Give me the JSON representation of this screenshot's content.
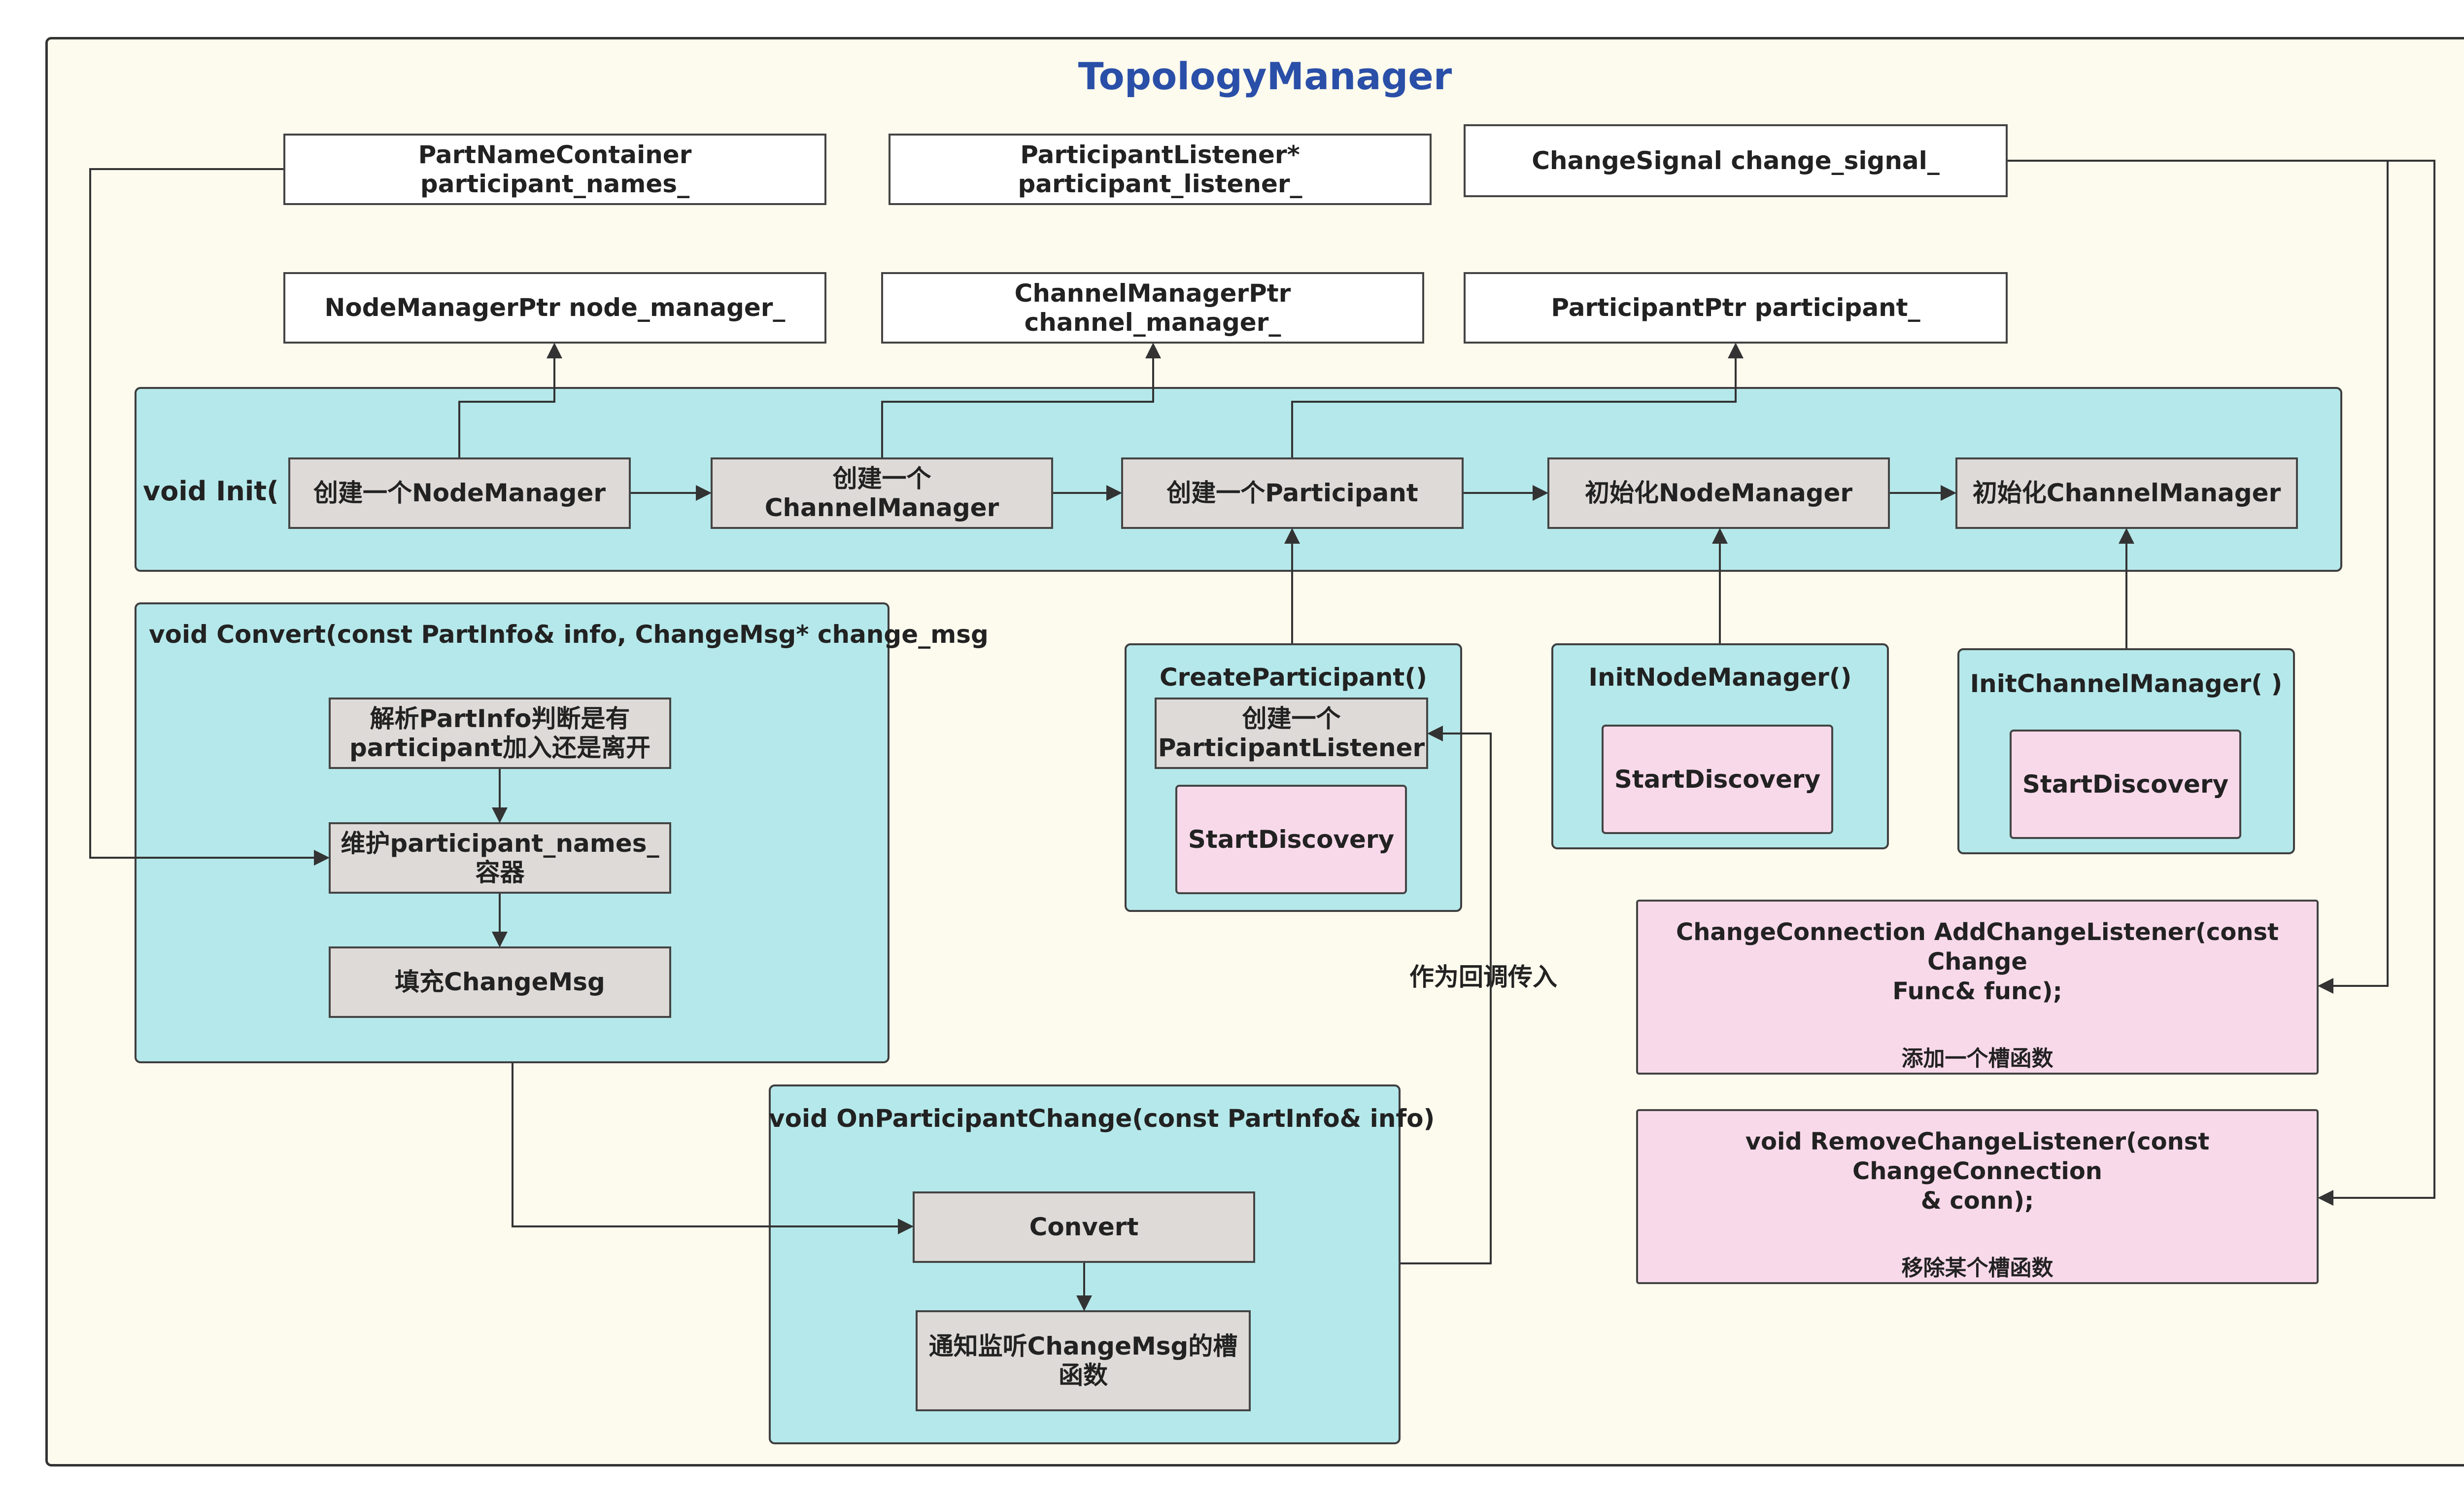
{
  "diagram": {
    "title": "TopologyManager",
    "members": {
      "part_names": "PartNameContainer participant_names_",
      "listener": "ParticipantListener* participant_listener_",
      "signal": "ChangeSignal change_signal_",
      "node_manager": "NodeManagerPtr node_manager_",
      "channel_manager": "ChannelManagerPtr channel_manager_",
      "participant": "ParticipantPtr participant_"
    },
    "init": {
      "label": "void Init( )",
      "steps": [
        "创建一个NodeManager",
        "创建一个\nChannelManager",
        "创建一个Participant",
        "初始化NodeManager",
        "初始化ChannelManager"
      ]
    },
    "convert": {
      "label": "void Convert(const PartInfo& info, ChangeMsg* change_msg",
      "steps": [
        "解析PartInfo判断是有\nparticipant加入还是离开",
        "维护participant_names_\n容器",
        "填充ChangeMsg"
      ]
    },
    "create_participant": {
      "label": "CreateParticipant()",
      "step": "创建一个\nParticipantListener",
      "discovery": "StartDiscovery"
    },
    "init_node_manager": {
      "label": "InitNodeManager()",
      "discovery": "StartDiscovery"
    },
    "init_channel_manager": {
      "label": "InitChannelManager( )",
      "discovery": "StartDiscovery"
    },
    "on_change": {
      "label": "void OnParticipantChange(const PartInfo& info)",
      "convert": "Convert",
      "notify": "通知监听ChangeMsg的槽\n函数"
    },
    "callback_label": "作为回调传入",
    "add_listener": {
      "signature": "ChangeConnection AddChangeListener(const Change\nFunc& func);",
      "desc": "添加一个槽函数"
    },
    "remove_listener": {
      "signature": "void RemoveChangeListener(const ChangeConnection\n& conn);",
      "desc": "移除某个槽函数"
    },
    "colors": {
      "title": "#2a4fa8",
      "background": "#fdfaee",
      "panel": "#b5e8ea",
      "step": "#dedad8",
      "highlight": "#f8d9ea"
    }
  }
}
